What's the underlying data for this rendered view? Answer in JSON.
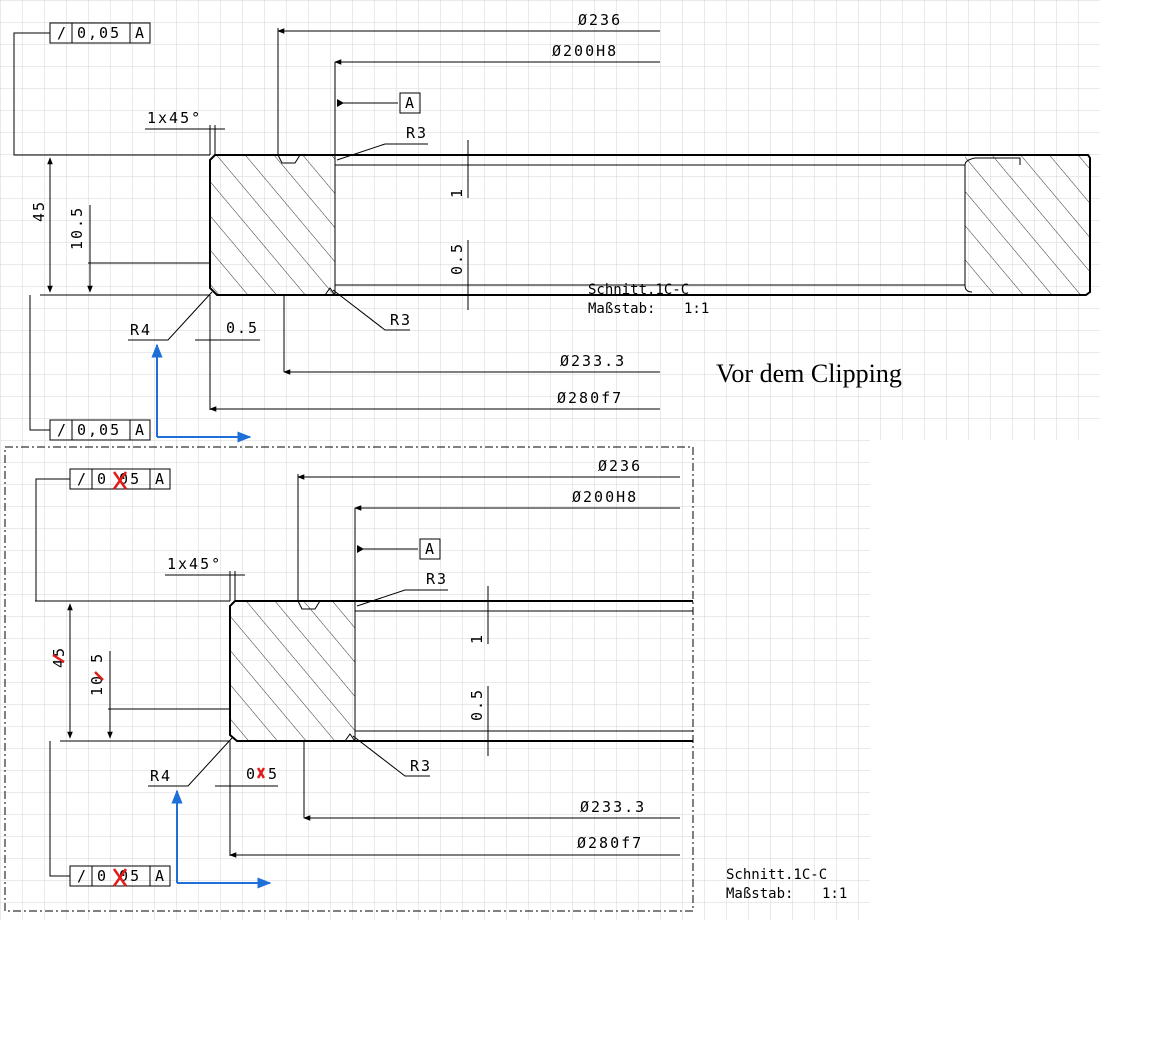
{
  "upper_view": {
    "tolerance_frame_top": {
      "symbol": "/",
      "value": "0,05",
      "datum": "A"
    },
    "tolerance_frame_bottom": {
      "symbol": "/",
      "value": "0,05",
      "datum": "A"
    },
    "dims": {
      "d236": "Ø236",
      "d200": "Ø200H8",
      "d233": "Ø233.3",
      "d280": "Ø280f7",
      "chamfer": "1x45°",
      "r3_top": "R3",
      "r3_bottom": "R3",
      "r4": "R4",
      "h45": "45",
      "h10_5": "10.5",
      "v1": "1",
      "v0_5": "0.5",
      "h0_5": "0.5",
      "datum_A": "A"
    },
    "section_title": "Schnitt.1C-C",
    "scale_label": "Maßstab:",
    "scale_value": "1:1",
    "note": "Vor dem Clipping"
  },
  "lower_view": {
    "tolerance_frame_top": {
      "symbol": "/",
      "value": "0 05",
      "datum": "A"
    },
    "tolerance_frame_bottom": {
      "symbol": "/",
      "value": "0 05",
      "datum": "A"
    },
    "dims": {
      "d236": "Ø236",
      "d200": "Ø200H8",
      "d233": "Ø233.3",
      "d280": "Ø280f7",
      "chamfer": "1x45°",
      "r3_top": "R3",
      "r3_bottom": "R3",
      "r4": "R4",
      "h45": "45",
      "h10_5": "10 5",
      "v1": "1",
      "v0_5": "0.5",
      "h0_5": "0 5",
      "datum_A": "A"
    },
    "section_title": "Schnitt.1C-C",
    "scale_label": "Maßstab:",
    "scale_value": "1:1"
  },
  "colors": {
    "grid": "#d6d6d6",
    "axis_blue": "#1f6fd8",
    "error_red": "#e21b1b"
  }
}
